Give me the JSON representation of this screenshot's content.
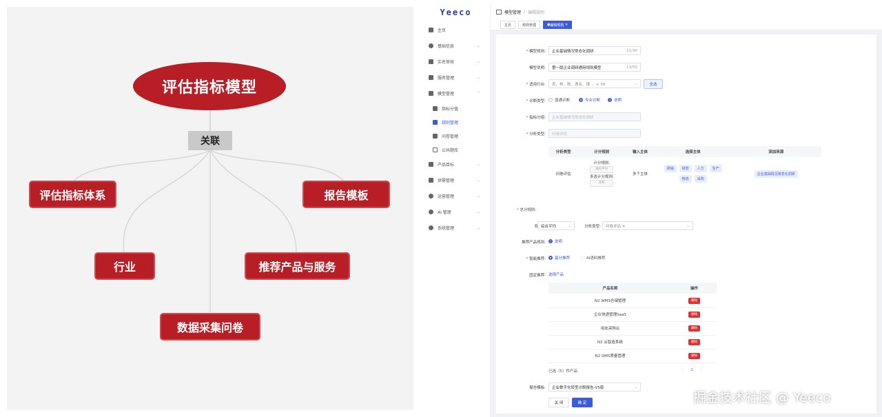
{
  "mindmap": {
    "root": "评估指标模型",
    "relation": "关联",
    "nodes": [
      "评估指标体系",
      "报告模板",
      "行业",
      "推荐产品与服务",
      "数据采集问卷"
    ],
    "colors": {
      "node": "#b81e25",
      "relation": "#c9c9c9",
      "link": "#cfcfcf"
    }
  },
  "app": {
    "logo": "Yeeco",
    "menu": [
      {
        "label": "主页",
        "icon": "chart-icon"
      },
      {
        "label": "基础信息",
        "icon": "globe-icon"
      },
      {
        "label": "实名审核",
        "icon": "shield-icon"
      },
      {
        "label": "服务管理",
        "icon": "tag-icon"
      },
      {
        "label": "模型管理",
        "icon": "model-icon"
      },
      {
        "label": "指标分值",
        "icon": "camera-icon"
      },
      {
        "label": "规则管理",
        "icon": "grid-icon"
      },
      {
        "label": "问卷管理",
        "icon": "chat-icon"
      },
      {
        "label": "公共题库",
        "icon": "book-icon"
      },
      {
        "label": "产品目标",
        "icon": "cart-icon"
      },
      {
        "label": "供需管理",
        "icon": "handshake-icon"
      },
      {
        "label": "运营管理",
        "icon": "gear-icon"
      },
      {
        "label": "AI 管理",
        "icon": "bulb-icon"
      },
      {
        "label": "系统管理",
        "icon": "settings-icon"
      }
    ],
    "breadcrumb": {
      "parent": "模型管理",
      "current": "编辑规则"
    },
    "tabs": [
      "主页",
      "规则管理",
      "编辑规则"
    ],
    "form": {
      "model_rule_label": "模型规则:",
      "model_rule_value": "企业基础情况常态化调研",
      "model_rule_count": "11/30",
      "model_desc_label": "模型说明:",
      "model_desc_value": "第一版企业调研通用规则模型",
      "model_desc_count": "13/50",
      "industry_label": "适用行业:",
      "industry_value": "农、林、牧、渔业、煤 ...  + 39",
      "select_all": "全选",
      "diag_label": "诊断类型:",
      "diag_opt1": "普通诊断",
      "diag_opt2": "专业诊断",
      "diag_help": "说明",
      "group_label": "指标分组:",
      "group_value": "企业基础情况常态化调研",
      "analysis_label": "分析类型:",
      "analysis_value": "问卷评估"
    },
    "analysis_table": {
      "headers": [
        "分析类型",
        "计分规则",
        "输入主体",
        "选择主体",
        "添加来源"
      ],
      "row": {
        "type": "问卷评估",
        "score_label": "计分规则:",
        "score_value": "按权平均",
        "multi_label": "多选计分规则:",
        "multi_value": "求和",
        "input": "多个主体",
        "subjects": [
          "研销",
          "财管",
          "人力",
          "生产",
          "物流",
          "采购"
        ],
        "source": "企业基础情况常态化调研"
      }
    },
    "total": {
      "label": "总分规则:",
      "rule_label": "规则1:",
      "rule_value": "综合平均",
      "type_label": "分析类型:",
      "type_value": "问卷评估 ✕"
    },
    "recommend": {
      "rule_label": "推荐产品规则:",
      "rule_help": "说明",
      "smart_label": "智能推荐:",
      "smart_opt1": "基分推荐",
      "smart_opt2": "AI语料推荐",
      "fixed_label": "固定推荐:",
      "fixed_action": "选择产品",
      "headers": [
        "产品名称",
        "操作"
      ],
      "products": [
        "N2 WMS仓储管理",
        "企业快递管理SaaS",
        "用友采购云",
        "N2 云智造系统",
        "N2 QMS质量管理"
      ],
      "delete_label": "删除",
      "selected": "已选（5）件产品",
      "page": "1"
    },
    "report": {
      "label": "报告模板:",
      "value": "企业数字化转型诊断报告-V5版"
    },
    "buttons": {
      "close": "关 闭",
      "ok": "确 定"
    },
    "accent": "#3b5bdb"
  },
  "watermark": "掘金技术社区 @ Yeeco"
}
